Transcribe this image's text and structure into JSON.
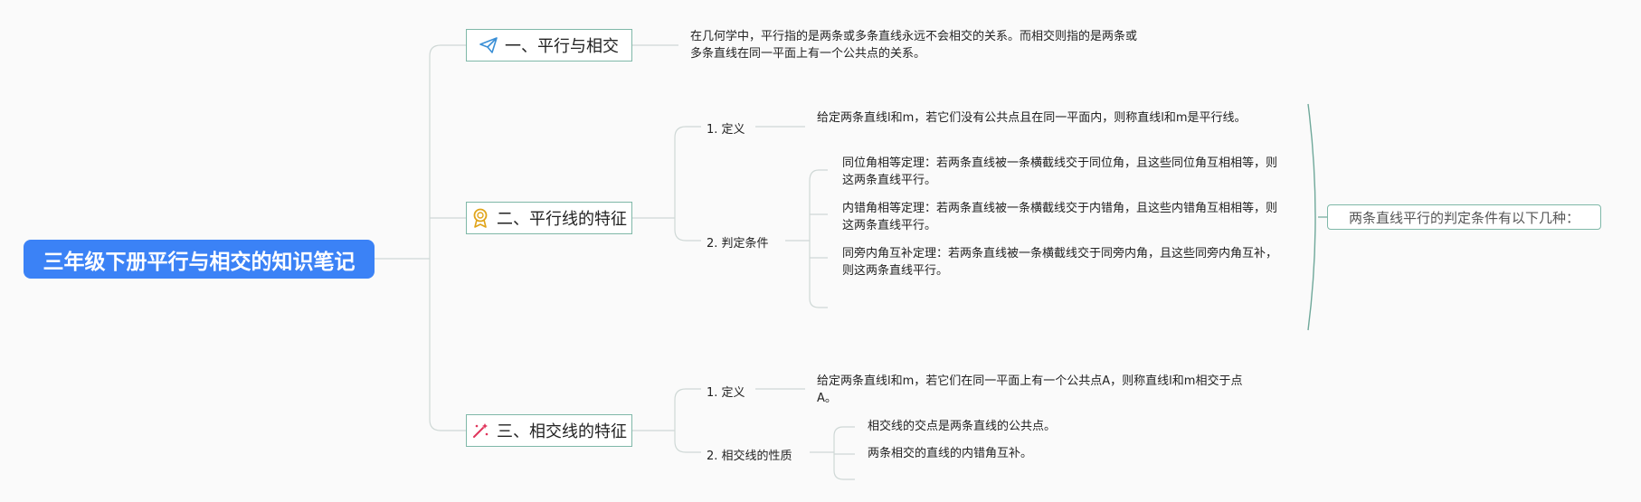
{
  "root": {
    "title": "三年级下册平行与相交的知识笔记"
  },
  "branches": [
    {
      "title": "一、平行与相交",
      "icon": "paper-plane-icon",
      "text": "在几何学中，平行指的是两条或多条直线永远不会相交的关系。而相交则指的是两条或多条直线在同一平面上有一个公共点的关系。"
    },
    {
      "title": "二、平行线的特征",
      "icon": "award-ribbon-icon",
      "def_label": "1. 定义",
      "def_text": "给定两条直线l和m，若它们没有公共点且在同一平面内，则称直线l和m是平行线。",
      "cond_label": "2. 判定条件",
      "conditions": [
        "同位角相等定理：若两条直线被一条横截线交于同位角，且这些同位角互相相等，则这两条直线平行。",
        "内错角相等定理：若两条直线被一条横截线交于内错角，且这些内错角互相相等，则这两条直线平行。",
        "同旁内角互补定理：若两条直线被一条横截线交于同旁内角，且这些同旁内角互补，则这两条直线平行。"
      ],
      "summary": "两条直线平行的判定条件有以下几种："
    },
    {
      "title": "三、相交线的特征",
      "icon": "magic-wand-icon",
      "def_label": "1. 定义",
      "def_text": "给定两条直线l和m，若它们在同一平面上有一个公共点A，则称直线l和m相交于点A。",
      "prop_label": "2. 相交线的性质",
      "properties": [
        "相交线的交点是两条直线的公共点。",
        "两条相交的直线的内错角互补。"
      ]
    }
  ],
  "colors": {
    "root_bg": "#3b82f6",
    "border": "#7fb8a8",
    "line": "#cfd8d6"
  }
}
